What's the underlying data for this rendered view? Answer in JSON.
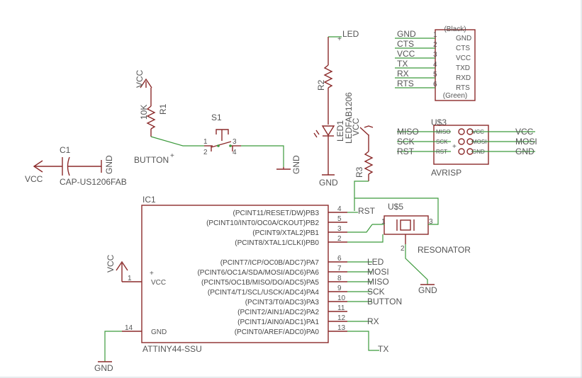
{
  "ftdi": {
    "header_black": "(Black)",
    "header_green": "(Green)",
    "pins": [
      {
        "net": "GND",
        "num": "1",
        "name": "GND"
      },
      {
        "net": "CTS",
        "num": "2",
        "name": "CTS"
      },
      {
        "net": "VCC",
        "num": "3",
        "name": "VCC"
      },
      {
        "net": "TX",
        "num": "4",
        "name": "TXD"
      },
      {
        "net": "RX",
        "num": "5",
        "name": "RXD"
      },
      {
        "net": "RTS",
        "num": "6",
        "name": "RTS"
      }
    ]
  },
  "isp": {
    "name": "U$3",
    "value": "AVRISP",
    "left": [
      {
        "net": "MISO",
        "pin": "MISO"
      },
      {
        "net": "SCK",
        "pin": "SCK"
      },
      {
        "net": "RST",
        "pin": "RST"
      }
    ],
    "right": [
      {
        "net": "VCC",
        "pin": "VCC"
      },
      {
        "net": "MOSI",
        "pin": "MOSI"
      },
      {
        "net": "GND",
        "pin": "GND"
      }
    ]
  },
  "r1": {
    "name": "R1",
    "value": "10K",
    "supply": "VCC"
  },
  "s1": {
    "name": "S1",
    "value": "BUTTON",
    "pin1": "1",
    "pin2": "2",
    "pin3": "3",
    "pin4": "4",
    "gnd": "GND"
  },
  "c1": {
    "name": "C1",
    "value": "CAP-US1206FAB",
    "supply": "VCC",
    "gnd": "GND"
  },
  "led_branch": {
    "net": "LED",
    "r2": "R2",
    "led_name": "LED1",
    "led_value": "LEDFAB1206",
    "gnd": "GND"
  },
  "r3": {
    "name": "R3",
    "supply": "VCC"
  },
  "ic1": {
    "name": "IC1",
    "value": "ATTINY44-SSU",
    "vcc_pin": {
      "num": "1",
      "label": "VCC",
      "supply": "VCC"
    },
    "gnd_pin": {
      "num": "14",
      "label": "GND",
      "supply": "GND"
    },
    "pins": [
      {
        "name": "(PCINT11/RESET/DW)PB3",
        "num": "4",
        "net": "RST"
      },
      {
        "name": "(PCINT10/INT0/OC0A/CKOUT)PB2",
        "num": "5",
        "net": ""
      },
      {
        "name": "(PCINT9/XTAL2)PB1",
        "num": "3",
        "net": ""
      },
      {
        "name": "(PCINT8/XTAL1/CLKI)PB0",
        "num": "2",
        "net": ""
      },
      {
        "name": "(PCINT7/ICP/OC0B/ADC7)PA7",
        "num": "6",
        "net": "LED"
      },
      {
        "name": "(PCINT6/OC1A/SDA/MOSI/ADC6)PA6",
        "num": "7",
        "net": "MOSI"
      },
      {
        "name": "(PCINT5/OC1B/MISO/DO/ADC5)PA5",
        "num": "8",
        "net": "MISO"
      },
      {
        "name": "(PCINT4/T1/SCL/USCK/ADC4)PA4",
        "num": "9",
        "net": "SCK"
      },
      {
        "name": "(PCINT3/T0/ADC3)PA3",
        "num": "10",
        "net": "BUTTON"
      },
      {
        "name": "(PCINT2/AIN1/ADC2)PA2",
        "num": "11",
        "net": ""
      },
      {
        "name": "(PCINT1/AIN0/ADC1)PA1",
        "num": "12",
        "net": "RX"
      },
      {
        "name": "(PCINT0/AREF/ADC0)PA0",
        "num": "13",
        "net": "TX"
      }
    ]
  },
  "resonator": {
    "name": "U$5",
    "value": "RESONATOR",
    "pin1": "1",
    "pin2": "2",
    "pin3": "3",
    "gnd": "GND"
  }
}
